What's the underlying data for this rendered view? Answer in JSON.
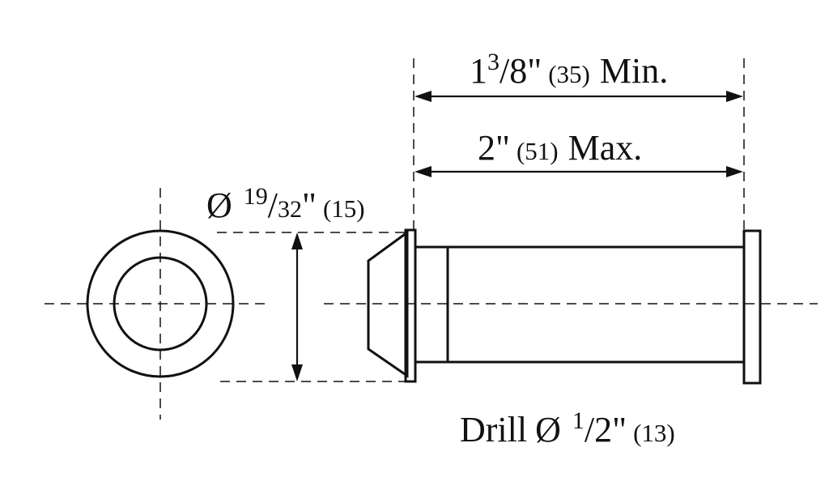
{
  "dimensions": {
    "min_length": {
      "whole": "1",
      "num": "3",
      "den": "8",
      "inch_mark": "\"",
      "metric": "(35)",
      "suffix": "Min."
    },
    "max_length": {
      "whole": "2",
      "inch_mark": "\"",
      "metric": "(51)",
      "suffix": "Max."
    },
    "flange_diameter": {
      "symbol": "Ø",
      "num": "19",
      "den": "32",
      "inch_mark": "\"",
      "metric": "(15)"
    },
    "drill": {
      "prefix": "Drill",
      "symbol": "Ø",
      "num": "1",
      "den": "2",
      "inch_mark": "\"",
      "metric": "(13)"
    }
  },
  "colors": {
    "ink": "#111111",
    "background": "#ffffff"
  }
}
